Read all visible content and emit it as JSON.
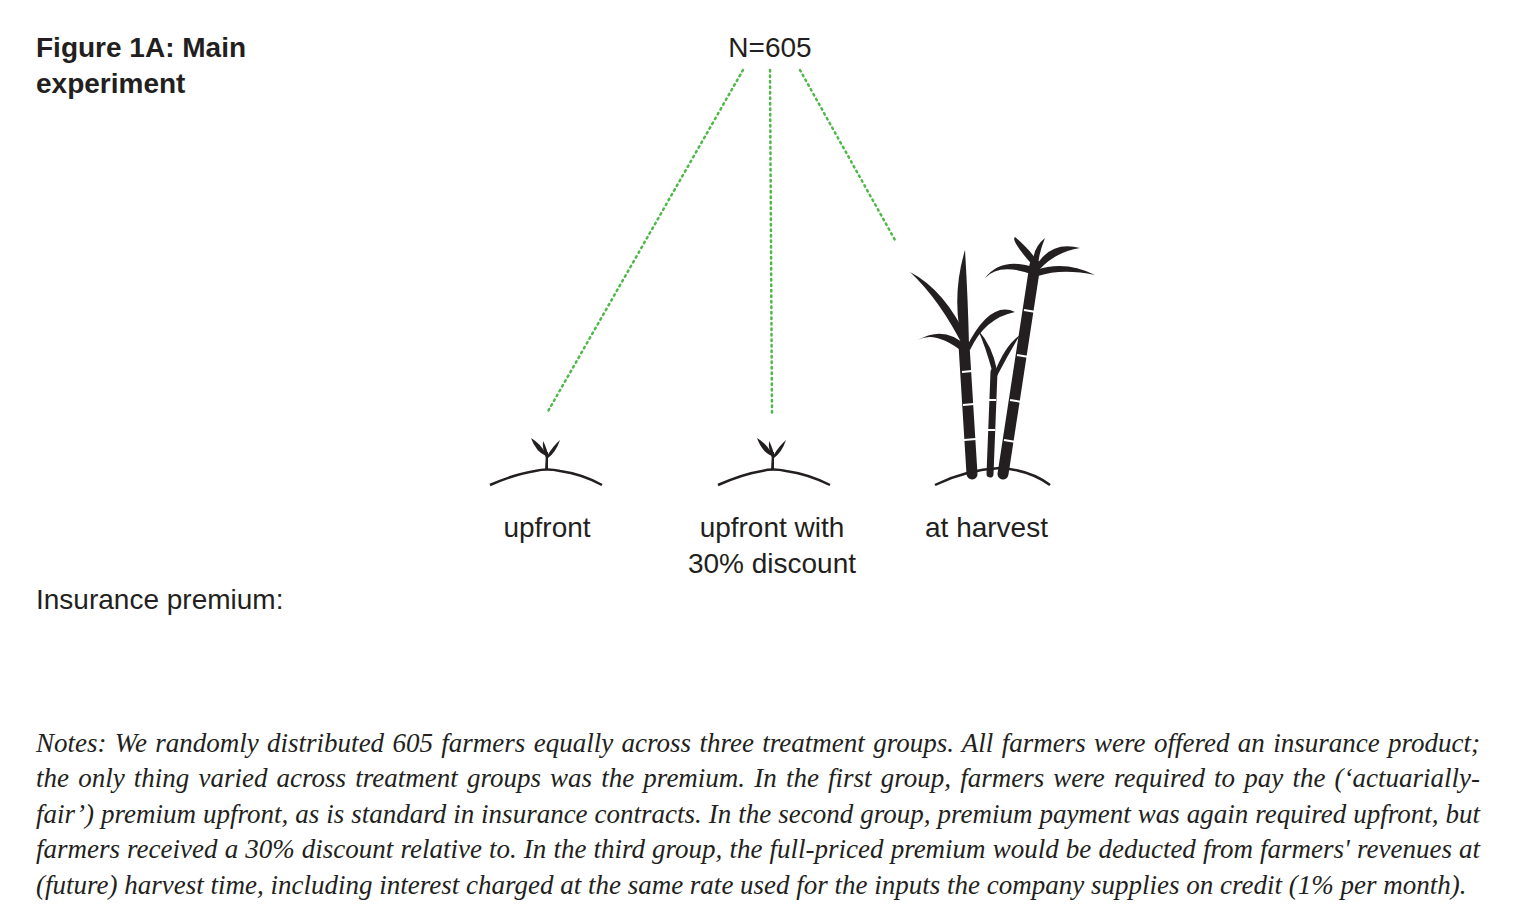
{
  "diagram": {
    "title": "Figure 1A: Main experiment",
    "caption": "Notes: We randomly distributed 605 farmers equally across three treatment groups. All farmers were offered an insurance product; the only thing varied across treatment groups was the premium. In the first group, farmers were required to pay the (‘actuarially-fair’) premium upfront, as is standard in insurance contracts. In the second group, premium payment was again required upfront, but farmers received a 30% discount relative to. In the third group, the full-priced premium would be deducted from farmers' revenues at (future) harvest time, including interest charged at the same rate used for the inputs the company supplies on credit (1% per month).",
    "nodes": [
      {
        "text": [
          "N=605"
        ]
      },
      {
        "text": [
          "upfront"
        ]
      },
      {
        "text": [
          "upfront with 30% discount"
        ]
      },
      {
        "text": [
          "at harvest"
        ]
      }
    ],
    "edges": [
      {
        "from": 0,
        "to": 1,
        "arrow": "none"
      },
      {
        "from": 0,
        "to": 2,
        "arrow": "none"
      },
      {
        "from": 0,
        "to": 3,
        "arrow": "none"
      }
    ],
    "labels": [
      "Insurance premium:"
    ]
  }
}
